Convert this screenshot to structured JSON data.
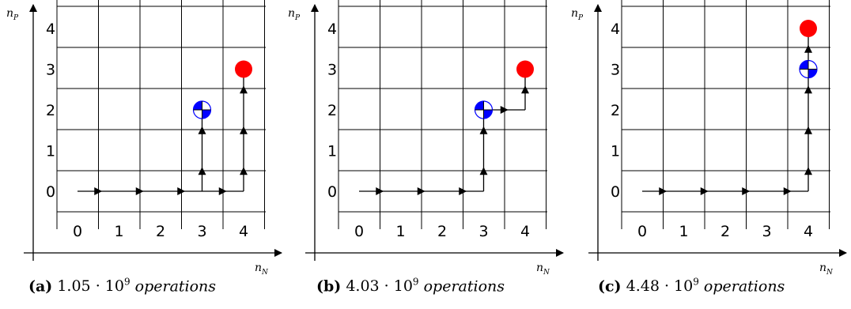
{
  "panels": [
    {
      "id": "a",
      "x_axis_label": "n",
      "x_axis_sub": "N",
      "y_axis_label": "n",
      "y_axis_sub": "P",
      "x_ticks": [
        "0",
        "1",
        "2",
        "3",
        "4"
      ],
      "y_ticks": [
        "0",
        "1",
        "2",
        "3",
        "4"
      ],
      "caption": {
        "label": "(a)",
        "mantissa": "1.05 · 10",
        "exponent": "9",
        "word": "operations"
      },
      "paths": [
        [
          [
            0,
            0
          ],
          [
            1,
            0
          ],
          [
            2,
            0
          ],
          [
            3,
            0
          ],
          [
            3,
            1
          ],
          [
            3,
            2
          ]
        ],
        [
          [
            3,
            0
          ],
          [
            4,
            0
          ],
          [
            4,
            1
          ],
          [
            4,
            2
          ],
          [
            4,
            3
          ]
        ]
      ],
      "current": [
        3,
        2
      ],
      "target": [
        4,
        3
      ]
    },
    {
      "id": "b",
      "x_axis_label": "n",
      "x_axis_sub": "N",
      "y_axis_label": "n",
      "y_axis_sub": "P",
      "x_ticks": [
        "0",
        "1",
        "2",
        "3",
        "4"
      ],
      "y_ticks": [
        "0",
        "1",
        "2",
        "3",
        "4"
      ],
      "caption": {
        "label": "(b)",
        "mantissa": "4.03 · 10",
        "exponent": "9",
        "word": "operations"
      },
      "paths": [
        [
          [
            0,
            0
          ],
          [
            1,
            0
          ],
          [
            2,
            0
          ],
          [
            3,
            0
          ],
          [
            3,
            1
          ],
          [
            3,
            2
          ],
          [
            4,
            2
          ],
          [
            4,
            3
          ]
        ]
      ],
      "current": [
        3,
        2
      ],
      "target": [
        4,
        3
      ]
    },
    {
      "id": "c",
      "x_axis_label": "n",
      "x_axis_sub": "N",
      "y_axis_label": "n",
      "y_axis_sub": "P",
      "x_ticks": [
        "0",
        "1",
        "2",
        "3",
        "4"
      ],
      "y_ticks": [
        "0",
        "1",
        "2",
        "3",
        "4"
      ],
      "caption": {
        "label": "(c)",
        "mantissa": "4.48 · 10",
        "exponent": "9",
        "word": "operations"
      },
      "paths": [
        [
          [
            0,
            0
          ],
          [
            1,
            0
          ],
          [
            2,
            0
          ],
          [
            3,
            0
          ],
          [
            4,
            0
          ],
          [
            4,
            1
          ],
          [
            4,
            2
          ],
          [
            4,
            3
          ],
          [
            4,
            4
          ]
        ]
      ],
      "current": [
        4,
        3
      ],
      "target": [
        4,
        4
      ]
    }
  ],
  "colors": {
    "target": "#ff0000",
    "current": "#0000ff",
    "grid": "#000000",
    "arrow": "#000000"
  }
}
